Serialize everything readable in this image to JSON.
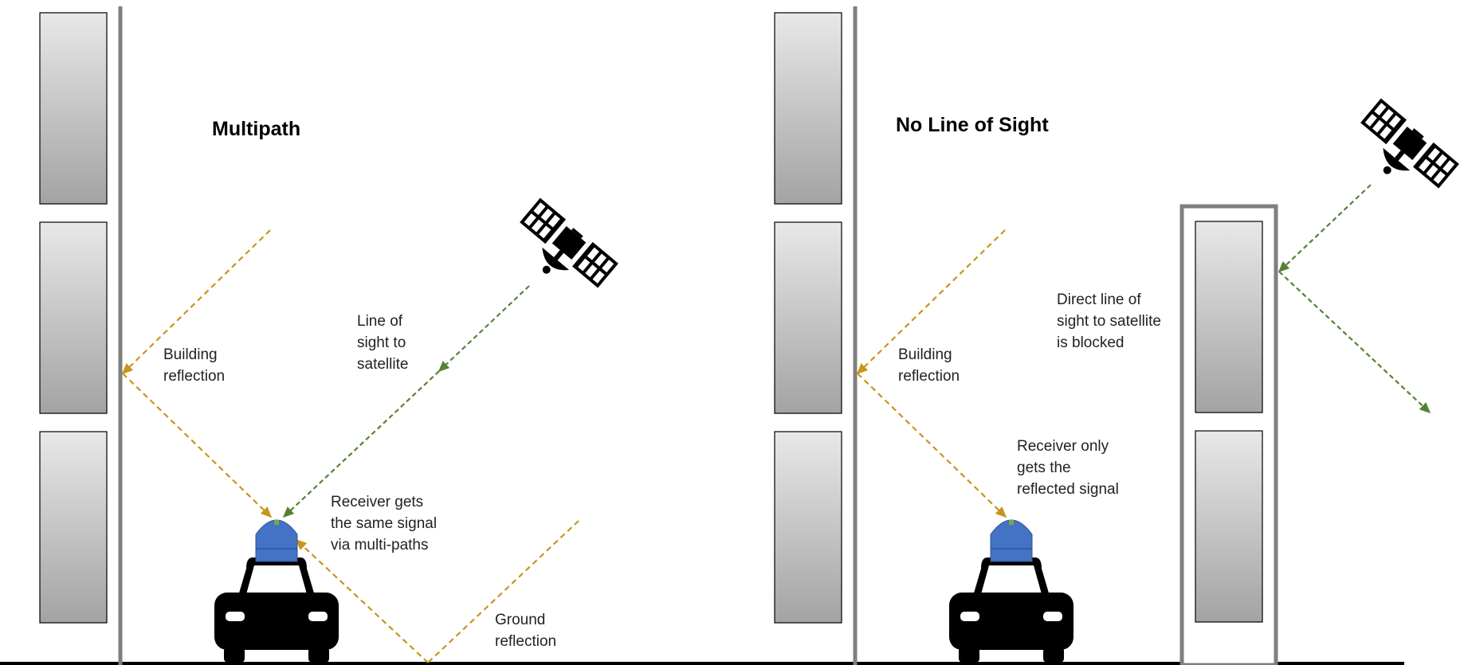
{
  "panels": {
    "multipath": {
      "title": "Multipath",
      "labels": {
        "line_of_sight": [
          "Line of",
          "sight to",
          "satellite"
        ],
        "building_reflection": [
          "Building",
          "reflection"
        ],
        "receiver": [
          "Receiver gets",
          "the same signal",
          "via multi-paths"
        ],
        "ground_reflection": [
          "Ground",
          "reflection"
        ]
      }
    },
    "no_line_of_sight": {
      "title": "No Line of Sight",
      "labels": {
        "direct_blocked": [
          "Direct line of",
          "sight to satellite",
          "is blocked"
        ],
        "building_reflection": [
          "Building",
          "reflection"
        ],
        "receiver": [
          "Receiver only",
          "gets the",
          "reflected signal"
        ]
      }
    }
  },
  "colors": {
    "direct_signal": "#548235",
    "reflected_signal": "#C8951A",
    "receiver_dome": "#4472C4",
    "building_wall": "#7f7f7f",
    "ground": "#000000",
    "vehicle": "#000000"
  },
  "icons": [
    "satellite-icon",
    "car-icon",
    "receiver-antenna-icon",
    "building-icon"
  ]
}
